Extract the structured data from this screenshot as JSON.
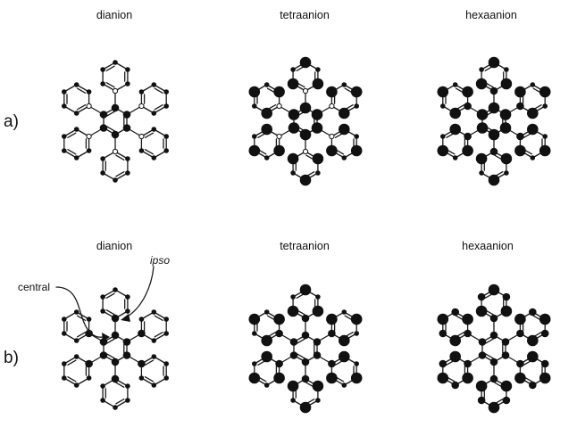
{
  "titles": {
    "a1": "dianion",
    "a2": "tetraanion",
    "a3": "hexaanion",
    "b1": "dianion",
    "b2": "tetraanion",
    "b3": "hexaanion"
  },
  "row_labels": {
    "a": "a)",
    "b": "b)"
  },
  "annotations": {
    "central": "central",
    "ipso": "ipso"
  },
  "colors": {
    "ink": "#111111",
    "background": "#ffffff"
  },
  "panels": [
    {
      "id": "a1",
      "row": "a",
      "label": "dianion",
      "weights": {
        "central": 2,
        "ipso": 0,
        "ortho": 1,
        "meta": 1,
        "para": 1
      }
    },
    {
      "id": "a2",
      "row": "a",
      "label": "tetraanion",
      "weights": {
        "central": 3,
        "ipso": 0,
        "ortho": 3,
        "meta": 1,
        "para": 3
      }
    },
    {
      "id": "a3",
      "row": "a",
      "label": "hexaanion",
      "weights": {
        "central": 3,
        "ipso": 2,
        "ortho": 3,
        "meta": 1,
        "para": 3
      }
    },
    {
      "id": "b1",
      "row": "b",
      "label": "dianion",
      "weights": {
        "central": 2,
        "ipso": 2,
        "ortho": 1,
        "meta": 1,
        "para": 1
      }
    },
    {
      "id": "b2",
      "row": "b",
      "label": "tetraanion",
      "weights": {
        "central": 2,
        "ipso": 2,
        "ortho": 3,
        "meta": 1,
        "para": 3
      }
    },
    {
      "id": "b3",
      "row": "b",
      "label": "hexaanion",
      "weights": {
        "central": 2,
        "ipso": 2,
        "ortho": 3,
        "meta": 2,
        "para": 3
      }
    }
  ]
}
